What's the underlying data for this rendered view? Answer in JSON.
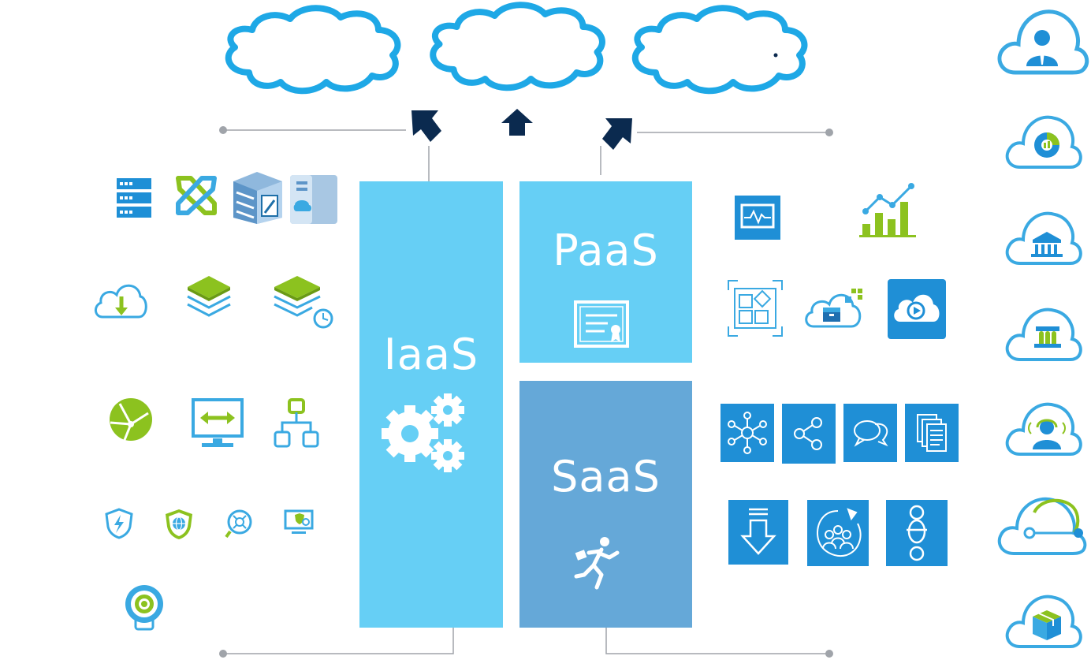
{
  "blocks": {
    "iaas": {
      "label": "IaaS"
    },
    "paas": {
      "label": "PaaS"
    },
    "saas": {
      "label": "SaaS"
    }
  },
  "colors": {
    "iaas_fill": "#66cff5",
    "paas_fill": "#66cff5",
    "saas_fill": "#65a8d8",
    "cloud_stroke": "#1ea8e6",
    "arrow": "#0b2a4f",
    "connector": "#a0a4aa",
    "green_accent": "#8cc21f",
    "tile_blue": "#1f8fd6",
    "icon_blue": "#3aa9e2"
  },
  "icons": {
    "top_clouds": [
      "cloud-outline-icon",
      "cloud-outline-icon",
      "cloud-outline-icon"
    ],
    "arrows": [
      "arrow-up-left-icon",
      "arrow-up-icon",
      "arrow-up-right-icon"
    ],
    "left_column": [
      "server-rack-icon",
      "network-links-icon",
      "storage-box-icon",
      "database-server-icon",
      "cloud-download-icon",
      "layers-icon",
      "layers-clock-icon",
      "globe-network-icon",
      "monitor-transfer-icon",
      "hierarchy-icon",
      "shield-bolt-icon",
      "shield-globe-icon",
      "virus-scan-icon",
      "monitor-shield-icon",
      "camera-lens-icon"
    ],
    "right_cluster": [
      "monitor-pulse-icon",
      "bar-chart-growth-icon",
      "app-grid-icon",
      "cloud-box-icon",
      "cloud-video-icon",
      "network-hub-icon",
      "share-nodes-icon",
      "chat-bubbles-icon",
      "documents-icon",
      "download-arrow-icon",
      "team-cycle-icon",
      "chain-link-icon"
    ],
    "far_right": [
      "cloud-user-icon",
      "cloud-chart-icon",
      "cloud-bank-icon",
      "cloud-lab-icon",
      "cloud-support-icon",
      "cloud-key-icon",
      "cloud-package-icon"
    ]
  }
}
